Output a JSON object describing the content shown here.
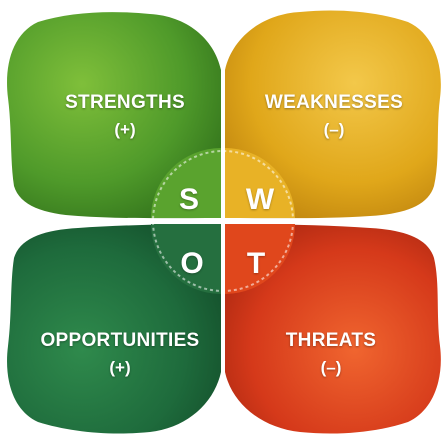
{
  "quadrants": {
    "strengths": {
      "title": "STRENGTHS",
      "sign": "(+)",
      "letter": "S"
    },
    "weaknesses": {
      "title": "WEAKNESSES",
      "sign": "(–)",
      "letter": "W"
    },
    "opportunities": {
      "title": "OPPORTUNITIES",
      "sign": "(+)",
      "letter": "O"
    },
    "threats": {
      "title": "THREATS",
      "sign": "(–)",
      "letter": "T"
    }
  },
  "colors": {
    "strengths": "#4f9a2a",
    "weaknesses": "#e0a71a",
    "opportunities": "#1e6b3c",
    "threats": "#d5391a"
  }
}
